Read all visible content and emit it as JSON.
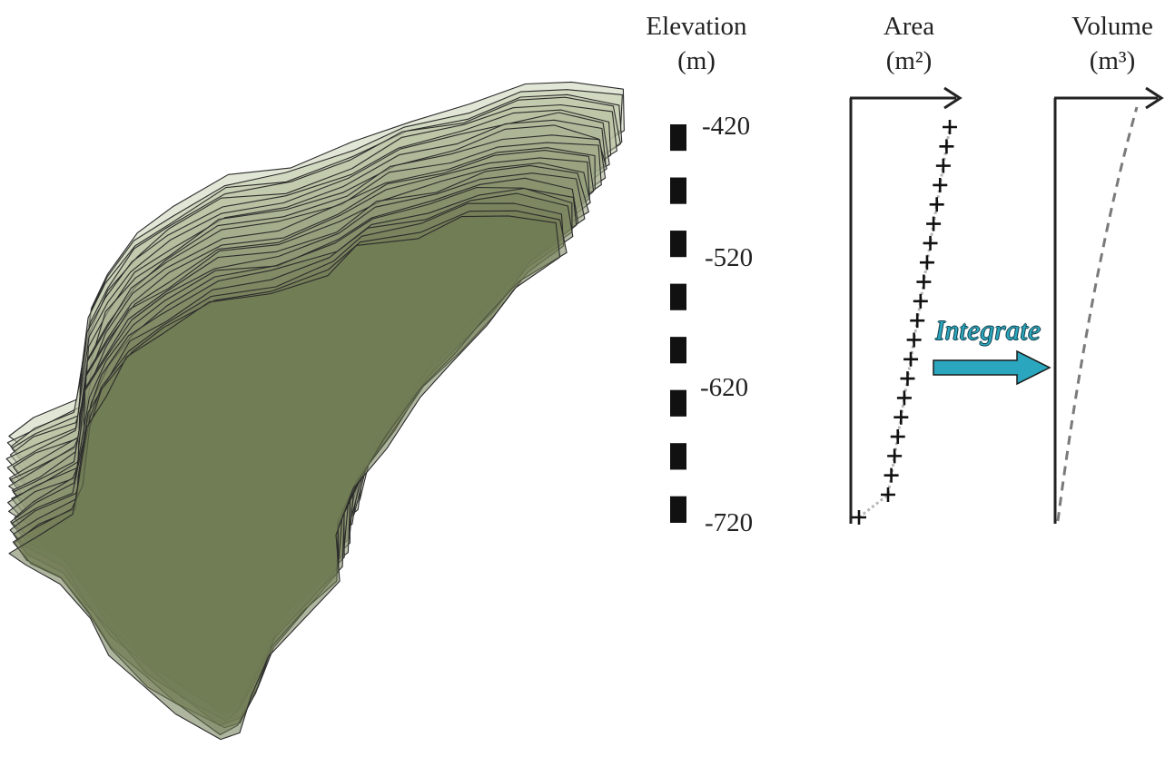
{
  "headers": {
    "elevation_title": "Elevation",
    "elevation_unit": "(m)",
    "area_title": "Area",
    "area_unit": "(m²)",
    "volume_title": "Volume",
    "volume_unit": "(m³)"
  },
  "scale": {
    "ticks": [
      "-420",
      "-520",
      "-620",
      "-720"
    ],
    "segments": 15
  },
  "integrate_label": "Integrate",
  "colors": {
    "layer_fill_top": "#c9d1b4",
    "layer_fill_bottom": "#7d8860",
    "arrow": "#2aa7be",
    "axis": "#222222"
  },
  "area_marks": 20,
  "layers": 24
}
